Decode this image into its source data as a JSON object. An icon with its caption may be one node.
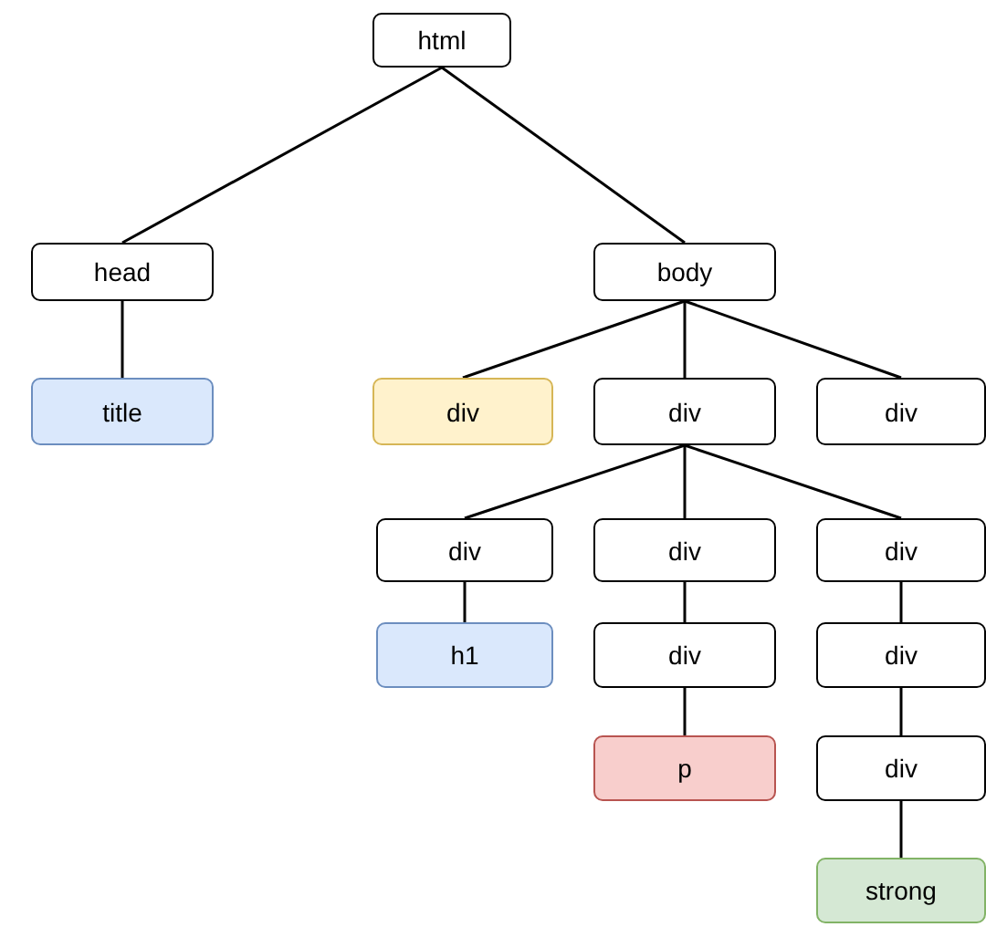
{
  "diagram": {
    "nodes": [
      {
        "text": [
          "html"
        ]
      },
      {
        "text": [
          "head"
        ]
      },
      {
        "text": [
          "body"
        ]
      },
      {
        "text": [
          "title"
        ]
      },
      {
        "text": [
          "div"
        ]
      },
      {
        "text": [
          "div"
        ]
      },
      {
        "text": [
          "div"
        ]
      },
      {
        "text": [
          "div"
        ]
      },
      {
        "text": [
          "div"
        ]
      },
      {
        "text": [
          "div"
        ]
      },
      {
        "text": [
          "h1"
        ]
      },
      {
        "text": [
          "div"
        ]
      },
      {
        "text": [
          "div"
        ]
      },
      {
        "text": [
          "p"
        ]
      },
      {
        "text": [
          "div"
        ]
      },
      {
        "text": [
          "strong"
        ]
      }
    ],
    "edges": [
      {
        "from": 0,
        "to": 1,
        "arrow": "none"
      },
      {
        "from": 0,
        "to": 2,
        "arrow": "none"
      },
      {
        "from": 1,
        "to": 3,
        "arrow": "none"
      },
      {
        "from": 2,
        "to": 4,
        "arrow": "none"
      },
      {
        "from": 2,
        "to": 5,
        "arrow": "none"
      },
      {
        "from": 2,
        "to": 6,
        "arrow": "none"
      },
      {
        "from": 5,
        "to": 7,
        "arrow": "none"
      },
      {
        "from": 5,
        "to": 8,
        "arrow": "none"
      },
      {
        "from": 5,
        "to": 9,
        "arrow": "none"
      },
      {
        "from": 7,
        "to": 10,
        "arrow": "none"
      },
      {
        "from": 8,
        "to": 11,
        "arrow": "none"
      },
      {
        "from": 9,
        "to": 12,
        "arrow": "none"
      },
      {
        "from": 11,
        "to": 13,
        "arrow": "none"
      },
      {
        "from": 12,
        "to": 14,
        "arrow": "none"
      },
      {
        "from": 14,
        "to": 15,
        "arrow": "none"
      }
    ]
  }
}
